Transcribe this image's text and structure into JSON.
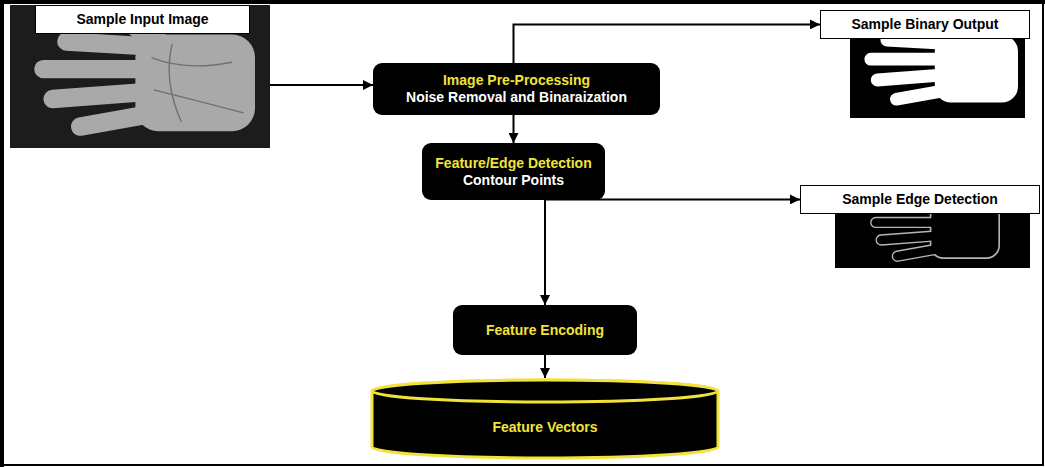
{
  "diagram": {
    "nodes": [
      {
        "text": [
          "Sample Input Image"
        ]
      },
      {
        "text": [
          "Image Pre-Processing",
          "Noise Removal and Binaraization"
        ]
      },
      {
        "text": [
          "Sample Binary Output"
        ]
      },
      {
        "text": [
          "Feature/Edge Detection",
          "Contour Points"
        ]
      },
      {
        "text": [
          "Sample Edge Detection"
        ]
      },
      {
        "text": [
          "Feature Encoding"
        ]
      },
      {
        "text": [
          "Feature Vectors"
        ]
      }
    ],
    "edges": [
      {
        "from": 0,
        "to": 1,
        "arrow": "to"
      },
      {
        "from": 1,
        "to": 3,
        "arrow": "to"
      },
      {
        "from": 1,
        "to": 2,
        "arrow": "to"
      },
      {
        "from": 3,
        "to": 5,
        "arrow": "to"
      },
      {
        "from": 3,
        "to": 4,
        "arrow": "to"
      },
      {
        "from": 5,
        "to": 6,
        "arrow": "to"
      }
    ]
  }
}
